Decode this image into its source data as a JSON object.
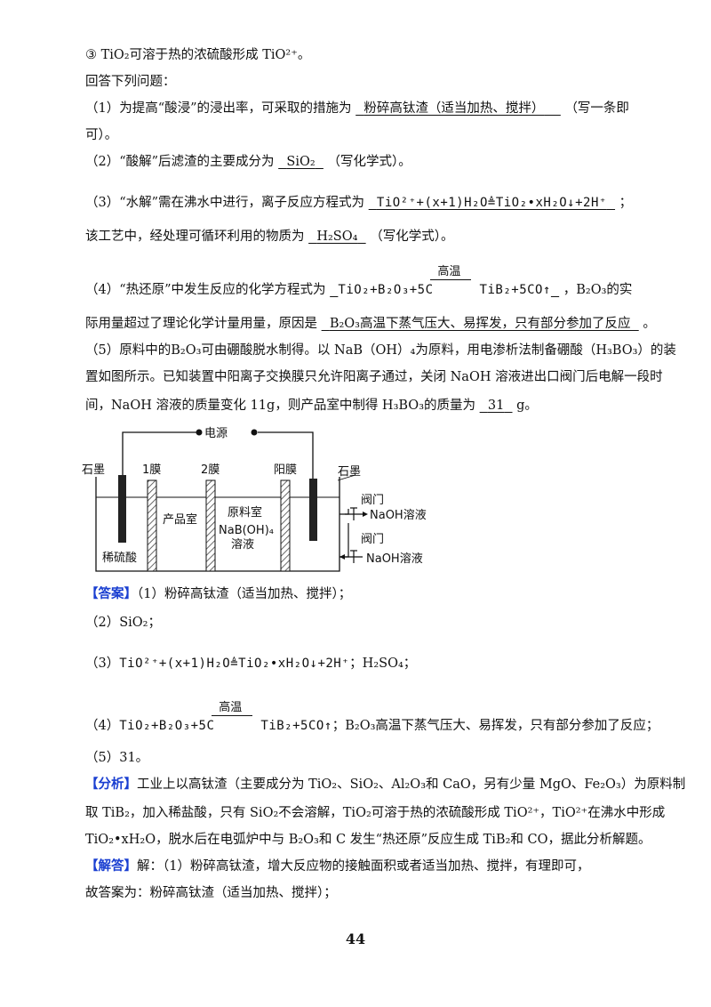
{
  "intro": {
    "note3": "③ TiO₂可溶于热的浓硫酸形成 TiO²⁺。",
    "prompt": "回答下列问题："
  },
  "q1": {
    "text_a": "（1）为提高“酸浸”的浸出率，可采取的措施为",
    "answer": "粉碎高钛渣（适当加热、搅拌）",
    "text_b": "（写一条即",
    "text_c": "可）。"
  },
  "q2": {
    "text_a": "（2）“酸解”后滤渣的主要成分为",
    "answer": "SiO₂",
    "text_b": "（写化学式）。"
  },
  "q3": {
    "text_a": "（3）“水解”需在沸水中进行，离子反应方程式为",
    "equation": "TiO²⁺+(x+1)H₂O≜TiO₂•xH₂O↓+2H⁺",
    "text_b": "；",
    "line2_a": "该工艺中，经处理可循环利用的物质为",
    "line2_answer": "H₂SO₄",
    "line2_b": "（写化学式）。"
  },
  "q4": {
    "text_a": "（4）“热还原”中发生反应的化学方程式为",
    "eq_left": "TiO₂+B₂O₃+5C",
    "eq_cond": "高温",
    "eq_right": "TiB₂+5CO↑",
    "text_b": "，B₂O₃的实",
    "line2_a": "际用量超过了理论化学计量用量，原因是",
    "line2_answer": "B₂O₃高温下蒸气压大、易挥发，只有部分参加了反应",
    "line2_b": "。"
  },
  "q5": {
    "line1": "（5）原料中的B₂O₃可由硼酸脱水制得。以 NaB（OH）₄为原料，用电渗析法制备硼酸（H₃BO₃）的装",
    "line2": "置如图所示。已知装置中阳离子交换膜只允许阳离子通过，关闭 NaOH 溶液进出口阀门后电解一段时",
    "line3_a": "间，NaOH 溶液的质量变化 11g，则产品室中制得 H₃BO₃的质量为",
    "line3_answer": "31",
    "line3_b": "g。"
  },
  "diagram": {
    "power": "电源",
    "graphite_left": "石墨",
    "membrane1": "1膜",
    "membrane2": "2膜",
    "cation_membrane": "阳膜",
    "graphite_right": "石墨",
    "acid": "稀硫酸",
    "product_room": "产品室",
    "raw_room": "原料室",
    "raw_formula": "NaB(OH)₄",
    "raw_solution": "溶液",
    "valve_top": "阀门",
    "naoh_top": "NaOH溶液",
    "valve_bottom": "阀门",
    "naoh_bottom": "NaOH溶液"
  },
  "answer": {
    "tag": "【答案】",
    "a1": "（1）粉碎高钛渣（适当加热、搅拌）；",
    "a2": "（2）SiO₂；",
    "a3_num": "（3）",
    "a3_eq": "TiO²⁺+(x+1)H₂O≜TiO₂•xH₂O↓+2H⁺",
    "a3_tail": "；H₂SO₄；",
    "a4_num": "（4）",
    "a4_left": "TiO₂+B₂O₃+5C",
    "a4_cond": "高温",
    "a4_right": "TiB₂+5CO↑",
    "a4_tail": "；B₂O₃高温下蒸气压大、易挥发，只有部分参加了反应；",
    "a5": "（5）31。"
  },
  "analysis": {
    "tag": "【分析】",
    "line1": "工业上以高钛渣（主要成分为 TiO₂、SiO₂、Al₂O₃和 CaO，另有少量 MgO、Fe₂O₃）为原料制",
    "line2": "取 TiB₂，加入稀盐酸，只有 SiO₂不会溶解，TiO₂可溶于热的浓硫酸形成 TiO²⁺，TiO²⁺在沸水中形成",
    "line3": "TiO₂•xH₂O，脱水后在电弧炉中与 B₂O₃和 C 发生“热还原”反应生成 TiB₂和 CO，据此分析解题。"
  },
  "solution": {
    "tag": "【解答】",
    "line1": "解：（1）粉碎高钛渣，增大反应物的接触面积或者适当加热、搅拌，有理即可，",
    "line2": "故答案为：粉碎高钛渣（适当加热、搅拌）；"
  },
  "page_number": "44"
}
